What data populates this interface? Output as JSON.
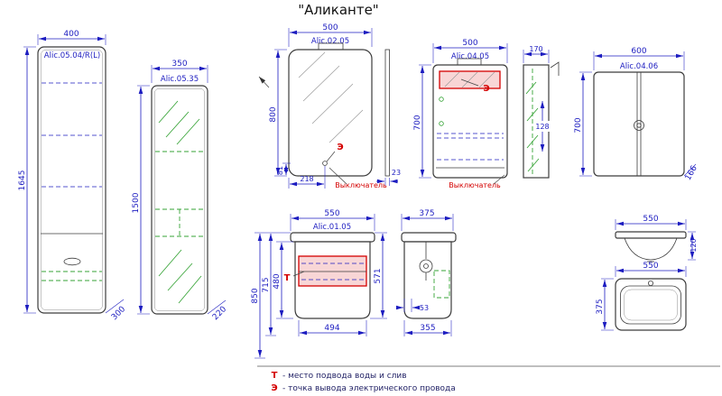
{
  "title": "\"Аликанте\"",
  "tall_cabinet_1": {
    "article": "Alic.05.04/R(L)",
    "width": "400",
    "height": "1645",
    "depth": "300"
  },
  "tall_cabinet_2": {
    "article": "Alic.05.35",
    "width": "350",
    "height": "1500",
    "depth": "220"
  },
  "mirror": {
    "article": "Alic.02.05",
    "width": "500",
    "height": "800",
    "dim_switch_height": "81",
    "dim_switch_offset": "218",
    "dim_depth": "23",
    "marker": "Э",
    "switch_label": "Выключатель"
  },
  "mirror_cabinet": {
    "article": "Alic.04.05",
    "width": "500",
    "height": "700",
    "depth": "170",
    "dim_shelf": "128",
    "marker": "Э",
    "switch_label": "Выключатель"
  },
  "cabinet": {
    "article": "Alic.04.06",
    "width": "600",
    "height": "700",
    "dim_depth": "166"
  },
  "vanity": {
    "article": "Alic.01.05",
    "width": "550",
    "dim_total_height": "850",
    "dim_mid_height": "715",
    "dim_box_height": "480",
    "dim_right": "571",
    "dim_bottom": "494",
    "marker": "Т"
  },
  "vanity_side": {
    "depth": "375",
    "dim_offset": "53",
    "dim_bottom": "355"
  },
  "sink_front": {
    "width": "550",
    "dim_height": "120"
  },
  "sink_plan": {
    "width": "550",
    "depth": "375"
  },
  "legend": {
    "t_symbol": "Т",
    "t_text": "-  место подвода воды и слив",
    "e_symbol": "Э",
    "e_text": "-  точка вывода электрического провода"
  }
}
